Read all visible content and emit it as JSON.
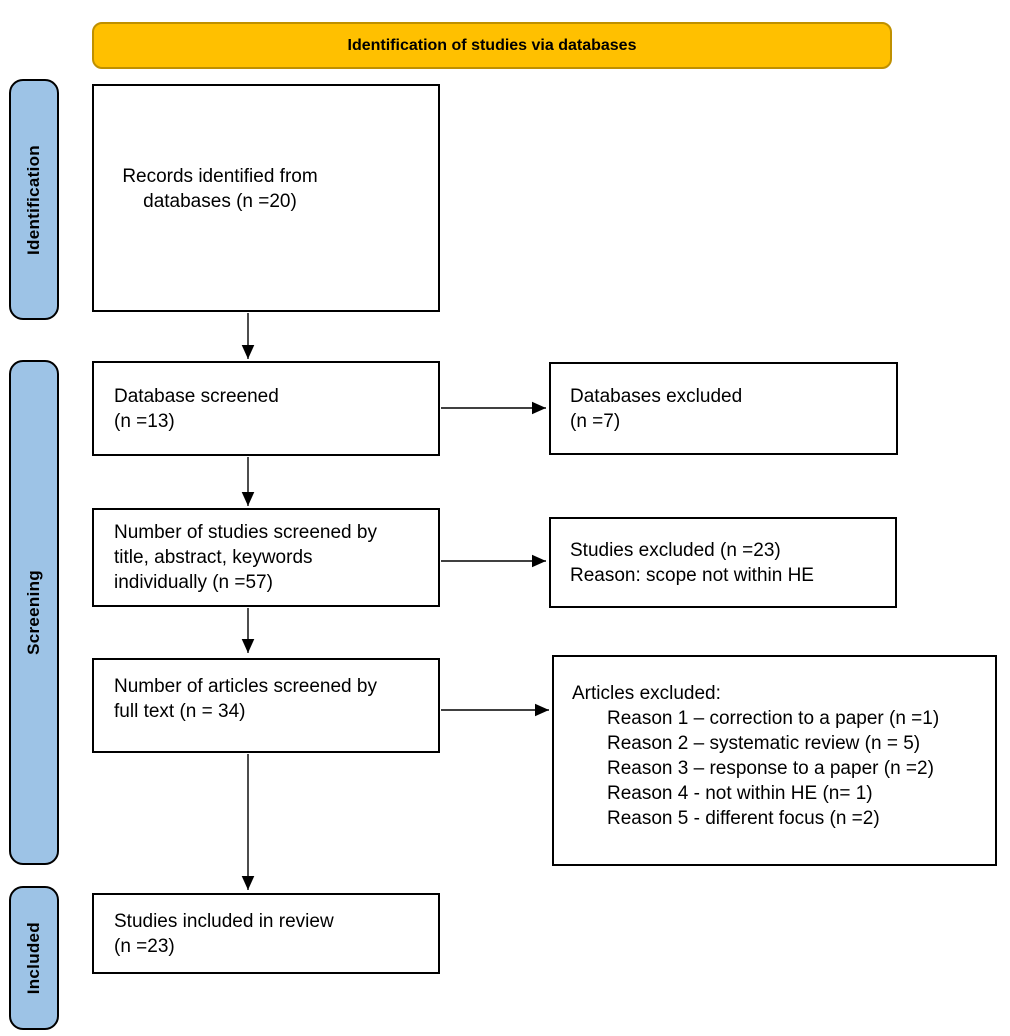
{
  "header": {
    "title": "Identification of studies via databases"
  },
  "colors": {
    "banner_fill": "#FFC000",
    "banner_border": "#BF9000",
    "stage_fill": "#9DC3E6",
    "stage_border": "#000000",
    "box_border": "#000000",
    "arrow": "#000000"
  },
  "stages": [
    {
      "label": "Identification"
    },
    {
      "label": "Screening"
    },
    {
      "label": "Included"
    }
  ],
  "boxes": {
    "records_identified": {
      "lines": [
        "Records identified from",
        "databases (n =20)"
      ]
    },
    "database_screened": {
      "lines": [
        "Database screened",
        "(n =13)"
      ]
    },
    "databases_excluded": {
      "lines": [
        "Databases excluded",
        "(n =7)"
      ]
    },
    "studies_screened": {
      "lines": [
        "Number of studies screened by",
        "title, abstract, keywords",
        "individually (n =57)"
      ]
    },
    "studies_excluded": {
      "lines": [
        "Studies excluded (n =23)",
        "Reason: scope not within HE"
      ]
    },
    "articles_screened": {
      "lines": [
        "Number of articles screened by",
        "full text (n = 34)"
      ]
    },
    "articles_excluded": {
      "heading": "Articles excluded:",
      "reasons": [
        "Reason 1 – correction to a paper (n =1)",
        "Reason 2 – systematic review (n = 5)",
        "Reason 3 – response to a paper (n =2)",
        "Reason 4 - not within HE (n= 1)",
        "Reason 5 - different focus (n =2)"
      ]
    },
    "studies_included": {
      "lines": [
        "Studies included in review",
        "(n =23)"
      ]
    }
  }
}
